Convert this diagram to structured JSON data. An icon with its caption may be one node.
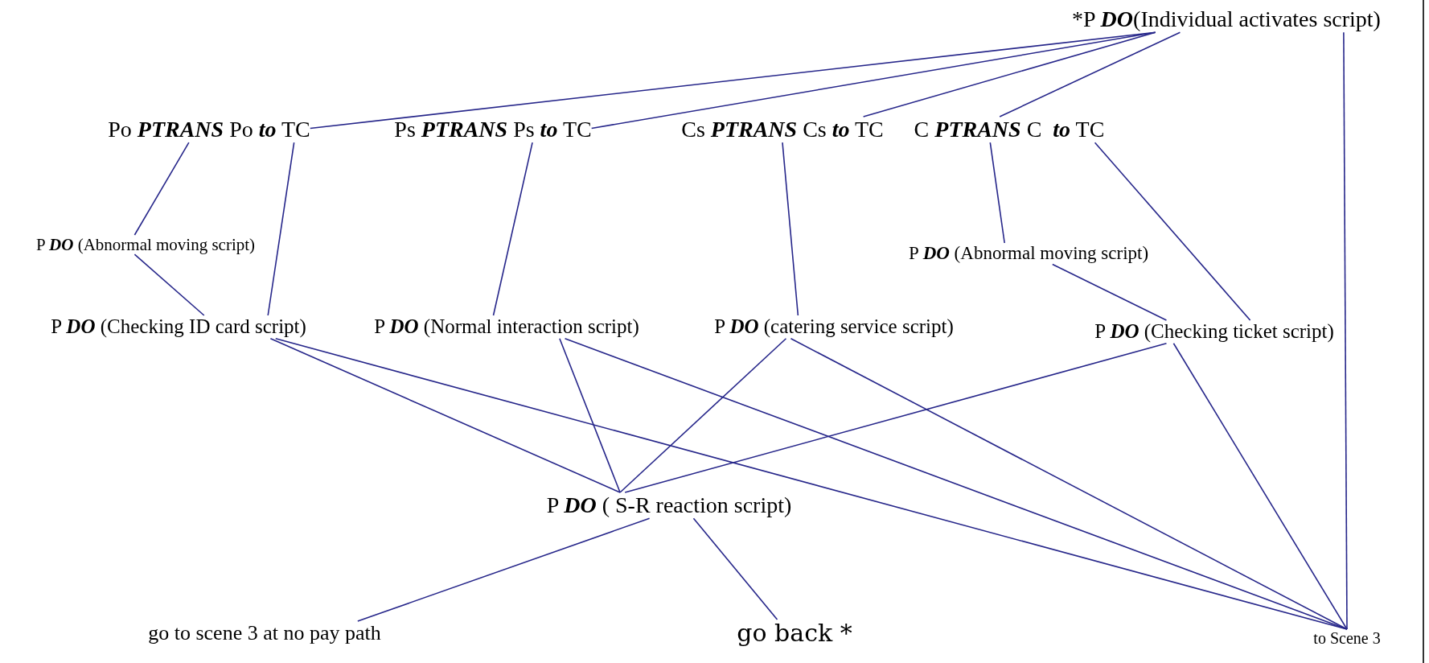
{
  "diagram": {
    "nodes": [
      {
        "text": [
          "*P **DO**(Individual activates script)"
        ]
      },
      {
        "text": [
          "Po **PTRANS** Po **to** TC"
        ]
      },
      {
        "text": [
          "Ps **PTRANS** Ps **to** TC"
        ]
      },
      {
        "text": [
          "Cs **PTRANS** Cs **to** TC"
        ]
      },
      {
        "text": [
          "C **PTRANS** C  **to** TC"
        ]
      },
      {
        "text": [
          "P **DO** (Abnormal moving script)"
        ]
      },
      {
        "text": [
          "P **DO** (Abnormal moving script)"
        ]
      },
      {
        "text": [
          "P **DO** (Checking ID card script)"
        ]
      },
      {
        "text": [
          "P **DO** (Normal interaction script)"
        ]
      },
      {
        "text": [
          "P **DO** (catering service script)"
        ]
      },
      {
        "text": [
          "P **DO** (Checking ticket script)"
        ]
      },
      {
        "text": [
          "P **DO** ( S-R reaction script)"
        ]
      },
      {
        "text": [
          "go to scene 3 at no pay path"
        ]
      },
      {
        "text": [
          "go back *"
        ]
      },
      {
        "text": [
          "to Scene 3"
        ]
      }
    ],
    "edges": [
      {
        "from": 0,
        "to": 1,
        "arrow": "none"
      },
      {
        "from": 0,
        "to": 2,
        "arrow": "none"
      },
      {
        "from": 0,
        "to": 3,
        "arrow": "none"
      },
      {
        "from": 0,
        "to": 4,
        "arrow": "none"
      },
      {
        "from": 0,
        "to": 14,
        "arrow": "none"
      },
      {
        "from": 1,
        "to": 5,
        "arrow": "none"
      },
      {
        "from": 1,
        "to": 7,
        "arrow": "none"
      },
      {
        "from": 5,
        "to": 7,
        "arrow": "none"
      },
      {
        "from": 2,
        "to": 8,
        "arrow": "none"
      },
      {
        "from": 3,
        "to": 9,
        "arrow": "none"
      },
      {
        "from": 4,
        "to": 6,
        "arrow": "none"
      },
      {
        "from": 4,
        "to": 10,
        "arrow": "none"
      },
      {
        "from": 6,
        "to": 10,
        "arrow": "none"
      },
      {
        "from": 7,
        "to": 11,
        "arrow": "none"
      },
      {
        "from": 7,
        "to": 14,
        "arrow": "none"
      },
      {
        "from": 8,
        "to": 11,
        "arrow": "none"
      },
      {
        "from": 8,
        "to": 14,
        "arrow": "none"
      },
      {
        "from": 9,
        "to": 11,
        "arrow": "none"
      },
      {
        "from": 9,
        "to": 14,
        "arrow": "none"
      },
      {
        "from": 10,
        "to": 11,
        "arrow": "none"
      },
      {
        "from": 10,
        "to": 14,
        "arrow": "none"
      },
      {
        "from": 11,
        "to": 12,
        "arrow": "none"
      },
      {
        "from": 11,
        "to": 13,
        "arrow": "none"
      }
    ]
  }
}
